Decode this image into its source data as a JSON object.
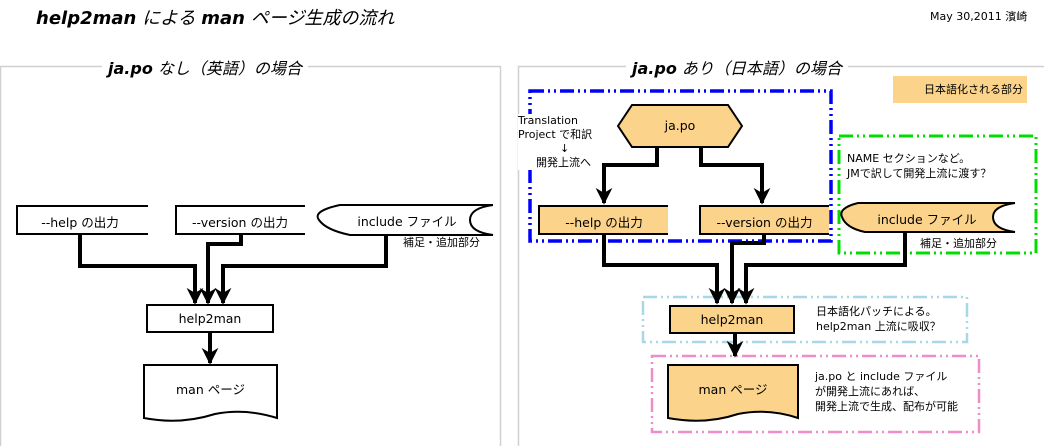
{
  "header": {
    "title_bold": "help2man",
    "title_mid": "による",
    "title_bold2": "man",
    "title_rest": "ページ生成の流れ",
    "date_author": "May 30,2011 濱崎"
  },
  "colors": {
    "localized_fill": "#fcd38b",
    "translation_group": "#0000ff",
    "include_group": "#00dd00",
    "patch_group": "#a8d8e8",
    "distribution_group": "#f08ccc",
    "panel_border": "#d0d0d0"
  },
  "left_panel": {
    "title_bold": "ja.po",
    "title_rest": "なし（英語）の場合",
    "help_output": "--help の出力",
    "version_output": "--version の出力",
    "include_file": "include ファイル",
    "include_note": "補足・追加部分",
    "help2man": "help2man",
    "man_page": "man ページ"
  },
  "right_panel": {
    "title_bold": "ja.po",
    "title_rest": "あり（日本語）の場合",
    "legend": "日本語化される部分",
    "ja_po": "ja.po",
    "translation_note": [
      "Translation",
      "Project で和訳",
      "↓",
      "開発上流へ"
    ],
    "help_output": "--help の出力",
    "version_output": "--version の出力",
    "include_note_top": [
      "NAME セクションなど。",
      "JMで訳して開発上流に渡す？"
    ],
    "include_file": "include ファイル",
    "include_note": "補足・追加部分",
    "help2man": "help2man",
    "patch_note": [
      "日本語化パッチによる。",
      "help2man 上流に吸収？"
    ],
    "man_page": "man ページ",
    "distribution_note": [
      "ja.po と  include ファイル",
      "が開発上流にあれば、",
      "開発上流で生成、配布が可能"
    ]
  }
}
